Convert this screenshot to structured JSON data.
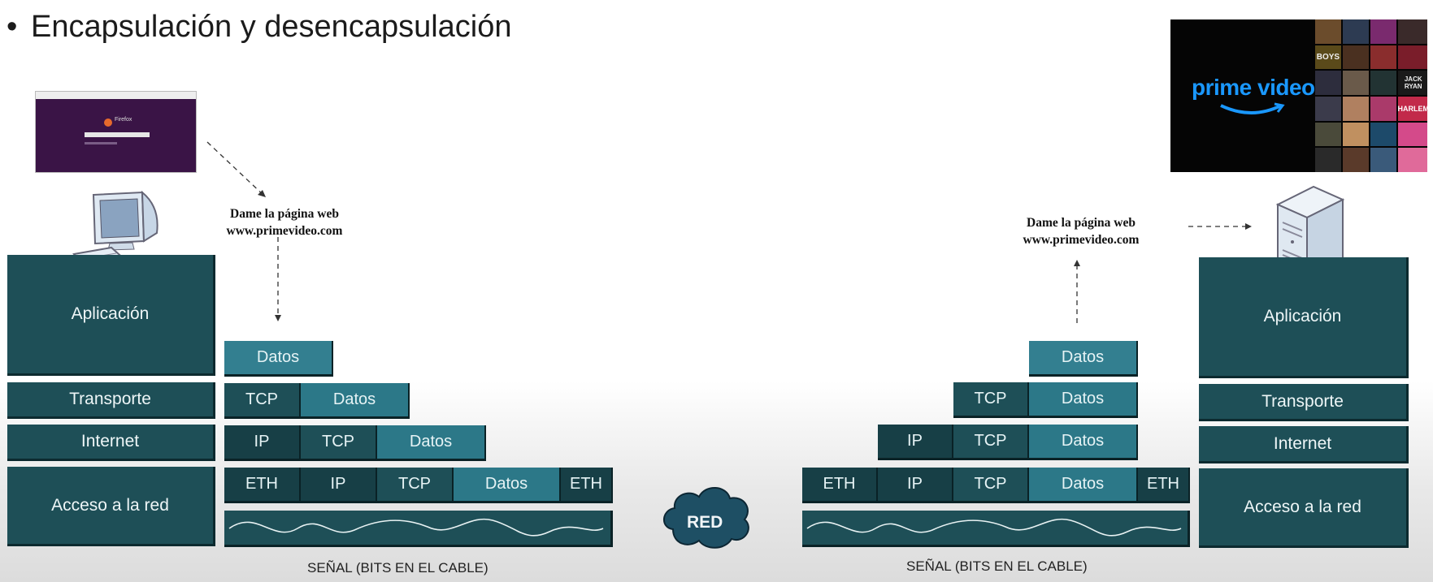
{
  "slide": {
    "bullet": "•",
    "title": "Encapsulación y desencapsulación"
  },
  "browser_thumb": {
    "brand": "Firefox"
  },
  "prime_logo": {
    "text": "prime video",
    "posters": [
      "BOYS",
      "JACK RYAN",
      "HARLEM"
    ]
  },
  "left": {
    "request_line1": "Dame la página web",
    "request_line2": "www.primevideo.com",
    "layers": [
      "Aplicación",
      "Transporte",
      "Internet",
      "Acceso a la red"
    ],
    "row_app": [
      "Datos"
    ],
    "row_transport": [
      "TCP",
      "Datos"
    ],
    "row_internet": [
      "IP",
      "TCP",
      "Datos"
    ],
    "row_network": [
      "ETH",
      "IP",
      "TCP",
      "Datos",
      "ETH"
    ],
    "signal_caption": "SEÑAL (BITS EN EL CABLE)"
  },
  "cloud": {
    "label": "RED"
  },
  "right": {
    "request_line1": "Dame la página web",
    "request_line2": "www.primevideo.com",
    "layers": [
      "Aplicación",
      "Transporte",
      "Internet",
      "Acceso a la red"
    ],
    "row_app": [
      "Datos"
    ],
    "row_transport": [
      "TCP",
      "Datos"
    ],
    "row_internet": [
      "IP",
      "TCP",
      "Datos"
    ],
    "row_network": [
      "ETH",
      "IP",
      "TCP",
      "Datos",
      "ETH"
    ],
    "signal_caption": "SEÑAL (BITS EN EL CABLE)"
  },
  "colors": {
    "layer": "#1e4f57",
    "header_dark": "#173f46",
    "data_light": "#2c7888"
  }
}
